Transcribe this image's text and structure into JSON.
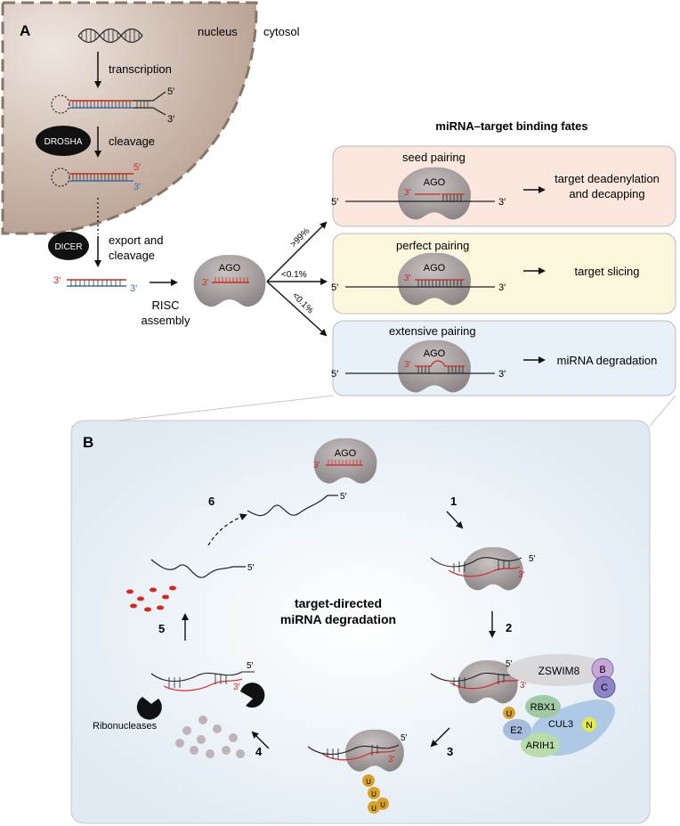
{
  "panel_a": {
    "label": "A",
    "nucleus": "nucleus",
    "cytosol": "cytosol",
    "steps": {
      "transcription": "transcription",
      "drosha": "DROSHA",
      "cleavage": "cleavage",
      "dicer": "DICER",
      "export_line1": "export and",
      "export_line2": "cleavage",
      "risc_line1": "RISC",
      "risc_line2": "assembly"
    },
    "fates_title": "miRNA–target binding fates",
    "branch_labels": {
      "top": ">99%",
      "middle": "<0.1%",
      "bottom": "<0.1%"
    },
    "fates": [
      {
        "pairing": "seed pairing",
        "outcome_line1": "target deadenylation",
        "outcome_line2": "and decapping",
        "color": "#fbe7dd"
      },
      {
        "pairing": "perfect pairing",
        "outcome_line1": "target slicing",
        "outcome_line2": "",
        "color": "#fbf7dc"
      },
      {
        "pairing": "extensive pairing",
        "outcome_line1": "miRNA degradation",
        "outcome_line2": "",
        "color": "#e7f1f7"
      }
    ],
    "ago": "AGO",
    "five_prime": "5′",
    "three_prime": "3′"
  },
  "panel_b": {
    "label": "B",
    "center_line1": "target-directed",
    "center_line2": "miRNA degradation",
    "step_numbers": [
      "1",
      "2",
      "3",
      "4",
      "5",
      "6"
    ],
    "ago": "AGO",
    "ribonucleases": "Ribonucleases",
    "proteins": {
      "zswim8": "ZSWIM8",
      "b": "B",
      "c": "C",
      "rbx1": "RBX1",
      "cul3": "CUL3",
      "n": "N",
      "e2": "E2",
      "arih1": "ARIH1",
      "u": "U"
    }
  },
  "colors": {
    "rna_red": "#d7261e",
    "rna_blue": "#3a6fb5",
    "ago_gray": "#a8a2a2",
    "nucleus_fill": "#c9b3a4",
    "panel_b_bg": "#eef5fa"
  }
}
